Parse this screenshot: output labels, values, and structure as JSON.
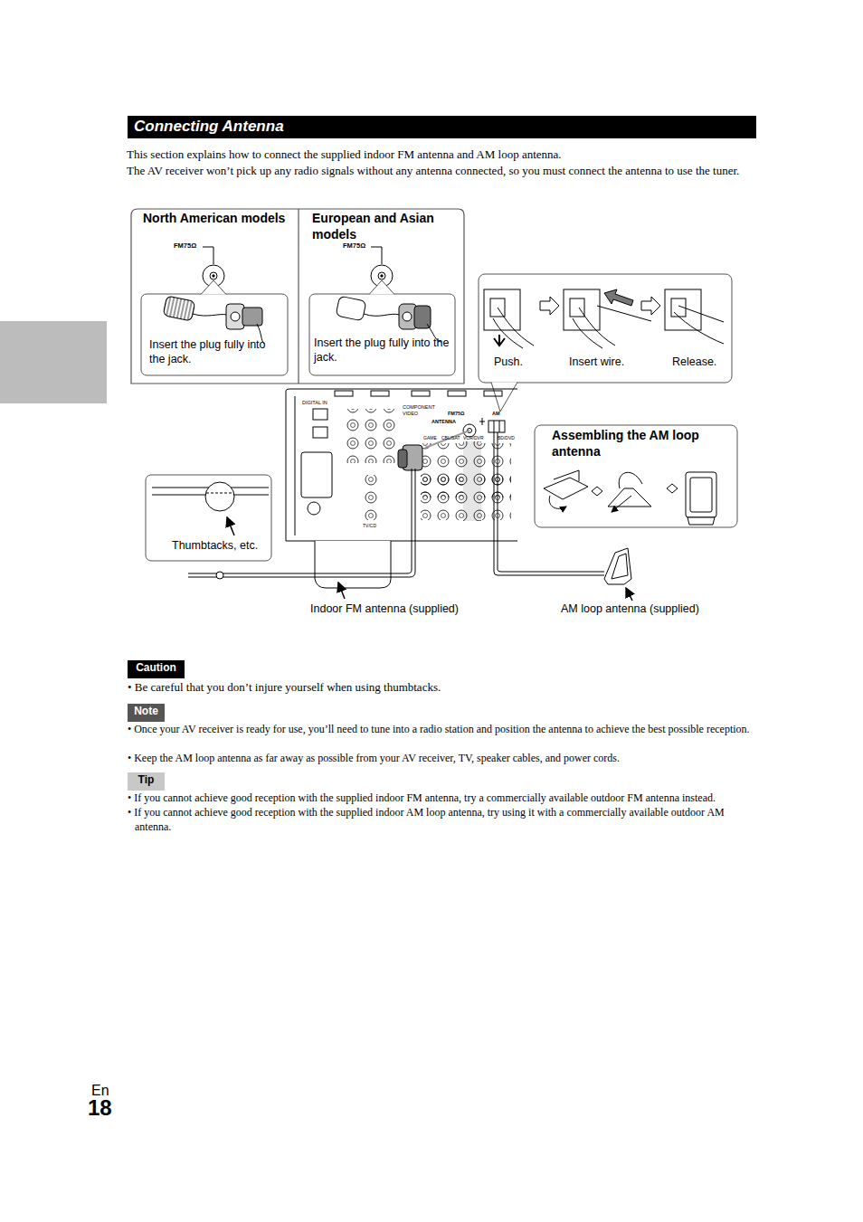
{
  "diagram": {
    "title": "Connecting Antenna",
    "nodes": [
      {
        "text": [
          "North American models"
        ]
      },
      {
        "text": [
          "Insert the plug fully into the jack."
        ],
        "in": 0
      },
      {
        "text": [
          "European and Asian models"
        ]
      },
      {
        "text": [
          "Insert the plug fully into the jack."
        ],
        "in": 2
      },
      {
        "text": [
          "Push.",
          "Insert wire.",
          "Release."
        ]
      },
      {
        "text": [
          "Assembling the AM loop antenna"
        ]
      },
      {
        "text": [
          "Thumbtacks, etc."
        ]
      },
      {
        "text": [
          "Caution"
        ]
      },
      {
        "text": [
          "Note"
        ]
      },
      {
        "text": [
          "Tip"
        ]
      }
    ],
    "labels": [
      "This section explains how to connect the supplied indoor FM antenna and AM loop antenna.",
      "The AV receiver won’t pick up any radio signals without any antenna connected, so you must connect the antenna to use the tuner.",
      "FM75Ω",
      "FM75Ω",
      "DIGITAL IN",
      "COMPONENT VIDEO",
      "ANTENNA",
      "FM75Ω",
      "AM",
      "GAME",
      "CBL/SAT",
      "VCR/DVR",
      "BD/DVD",
      "TV/CD",
      "Indoor FM antenna (supplied)",
      "AM loop antenna (supplied)",
      "• Be careful that you don’t injure yourself when using thumbtacks.",
      "• Once your AV receiver is ready for use, you’ll need to tune into a radio station and position the antenna to achieve the best possible reception.",
      "• Keep the AM loop antenna as far away as possible from your AV receiver, TV, speaker cables, and power cords.",
      "• If you cannot achieve good reception with the supplied indoor FM antenna, try a commercially available outdoor FM antenna instead.",
      "• If you cannot achieve good reception with the supplied indoor AM loop antenna, try using it with a commercially available outdoor AM antenna.",
      "En",
      "18"
    ]
  }
}
